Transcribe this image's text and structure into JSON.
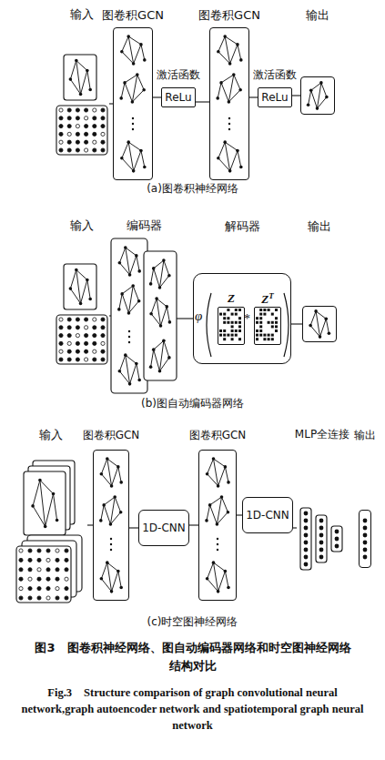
{
  "diagram": {
    "caption": "图3　图卷积神经网络、图自动编码器网络和时空图神经网络结构对比",
    "nodes": [
      {
        "text": [
          "输入"
        ]
      },
      {
        "text": [
          "图卷积GCN"
        ]
      },
      {
        "text": [
          "激活函数",
          "ReLu"
        ]
      },
      {
        "text": [
          "图卷积GCN"
        ]
      },
      {
        "text": [
          "激活函数",
          "ReLu"
        ]
      },
      {
        "text": [
          "输出"
        ]
      },
      {
        "text": [
          "输入"
        ]
      },
      {
        "text": [
          "编码器"
        ]
      },
      {
        "text": [
          "解码器"
        ]
      },
      {
        "text": [
          "Z"
        ],
        "in": 8
      },
      {
        "text": [
          "Z",
          "T"
        ],
        "in": 8
      },
      {
        "text": [
          "输出"
        ]
      },
      {
        "text": [
          "输入"
        ]
      },
      {
        "text": [
          "图卷积GCN"
        ]
      },
      {
        "text": [
          "1D-CNN"
        ]
      },
      {
        "text": [
          "图卷积GCN"
        ]
      },
      {
        "text": [
          "1D-CNN"
        ]
      },
      {
        "text": [
          "MLP全连接"
        ]
      },
      {
        "text": [
          "输出"
        ]
      }
    ],
    "edges": [
      {
        "from": 0,
        "to": 1,
        "arrow": "none"
      },
      {
        "from": 1,
        "to": 2,
        "arrow": "none"
      },
      {
        "from": 2,
        "to": 3,
        "arrow": "none"
      },
      {
        "from": 3,
        "to": 4,
        "arrow": "none"
      },
      {
        "from": 4,
        "to": 5,
        "arrow": "none"
      },
      {
        "from": 6,
        "to": 7,
        "arrow": "none"
      },
      {
        "from": 7,
        "to": 8,
        "arrow": "none"
      },
      {
        "from": 8,
        "to": 11,
        "arrow": "none"
      },
      {
        "from": 12,
        "to": 13,
        "arrow": "none"
      },
      {
        "from": 13,
        "to": 14,
        "arrow": "none"
      },
      {
        "from": 14,
        "to": 15,
        "arrow": "none"
      },
      {
        "from": 15,
        "to": 16,
        "arrow": "none"
      },
      {
        "from": 16,
        "to": 17,
        "arrow": "none"
      }
    ],
    "labels": [
      "φ",
      "*",
      "(a)图卷积神经网络",
      "(b)图自动编码器网络",
      "(c)时空图神经网络",
      "Fig.3　Structure comparison of graph convolutional neural network,graph autoencoder network and spatiotemporal graph neural network"
    ]
  }
}
